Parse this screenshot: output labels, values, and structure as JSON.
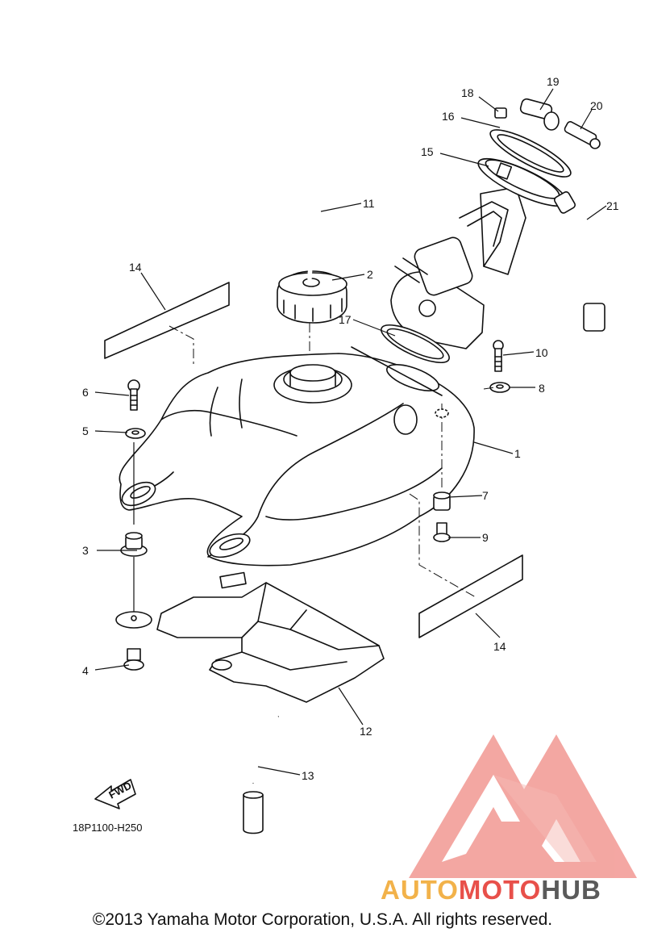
{
  "parts": [
    {
      "id": "label-1",
      "number": "1"
    },
    {
      "id": "label-2",
      "number": "2"
    },
    {
      "id": "label-3",
      "number": "3"
    },
    {
      "id": "label-4",
      "number": "4"
    },
    {
      "id": "label-5",
      "number": "5"
    },
    {
      "id": "label-6",
      "number": "6"
    },
    {
      "id": "label-7",
      "number": "7"
    },
    {
      "id": "label-8",
      "number": "8"
    },
    {
      "id": "label-9",
      "number": "9"
    },
    {
      "id": "label-10",
      "number": "10"
    },
    {
      "id": "label-11",
      "number": "11"
    },
    {
      "id": "label-12",
      "number": "12"
    },
    {
      "id": "label-13",
      "number": "13"
    },
    {
      "id": "label-14a",
      "number": "14"
    },
    {
      "id": "label-14b",
      "number": "14"
    },
    {
      "id": "label-15",
      "number": "15"
    },
    {
      "id": "label-16",
      "number": "16"
    },
    {
      "id": "label-17",
      "number": "17"
    },
    {
      "id": "label-18",
      "number": "18"
    },
    {
      "id": "label-19",
      "number": "19"
    },
    {
      "id": "label-20",
      "number": "20"
    },
    {
      "id": "label-21",
      "number": "21"
    }
  ],
  "fwd_arrow_text": "FWD",
  "diagram_code": "18P1100-H250",
  "copyright": "©2013 Yamaha Motor Corporation, U.S.A. All rights reserved.",
  "watermark": {
    "part1": "AUTO",
    "part2": "MOTO",
    "part3": "HUB",
    "color_orange": "#f2b24a",
    "color_red": "#e8504a",
    "color_dark": "#5a5a5a",
    "triangle_color": "#f08a84"
  }
}
